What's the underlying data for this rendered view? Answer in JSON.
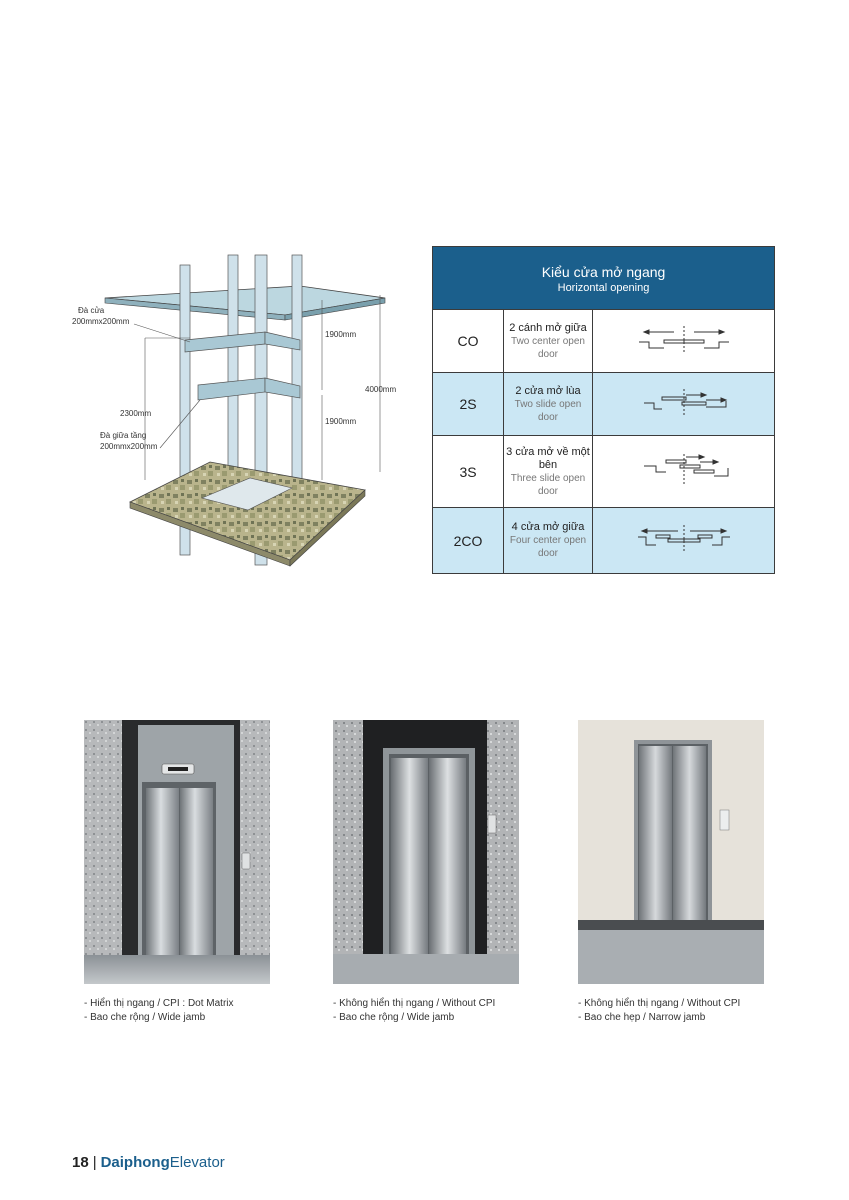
{
  "diagram": {
    "labels": {
      "beam_top": "Đà cửa",
      "beam_top_size": "200mmx200mm",
      "beam_mid": "Đà giữa tầng",
      "beam_mid_size": "200mmx200mm",
      "dim_upper": "1900mm",
      "dim_lower": "1900mm",
      "dim_height": "2300mm",
      "dim_total": "4000mm"
    }
  },
  "door_table": {
    "header_vi": "Kiểu cửa mở ngang",
    "header_en": "Horizontal opening",
    "rows": [
      {
        "code": "CO",
        "vi": "2 cánh mở giữa",
        "en": "Two center open door",
        "icon": "two-center-open-icon"
      },
      {
        "code": "2S",
        "vi": "2 cửa mở lùa",
        "en": "Two slide open door",
        "icon": "two-slide-open-icon"
      },
      {
        "code": "3S",
        "vi": "3 cửa mở về một bên",
        "en": "Three slide open door",
        "icon": "three-slide-open-icon"
      },
      {
        "code": "2CO",
        "vi": "4 cửa mở giữa",
        "en": "Four center open door",
        "icon": "four-center-open-icon"
      }
    ]
  },
  "photos": [
    {
      "line1": "- Hiển thị ngang / CPI : Dot Matrix",
      "line2": "- Bao che rộng / Wide jamb"
    },
    {
      "line1": "- Không hiển thị ngang / Without CPI",
      "line2": "- Bao che rộng / Wide jamb"
    },
    {
      "line1": "- Không hiển thị ngang / Without CPI",
      "line2": "- Bao che hẹp / Narrow jamb"
    }
  ],
  "footer": {
    "page_number": "18",
    "separator": "|",
    "brand_part1": "Daiphong",
    "brand_part2": "Elevator"
  },
  "colors": {
    "table_header": "#1b5f8c",
    "table_row_blue": "#cbe7f4",
    "brand": "#1b5f8c"
  }
}
